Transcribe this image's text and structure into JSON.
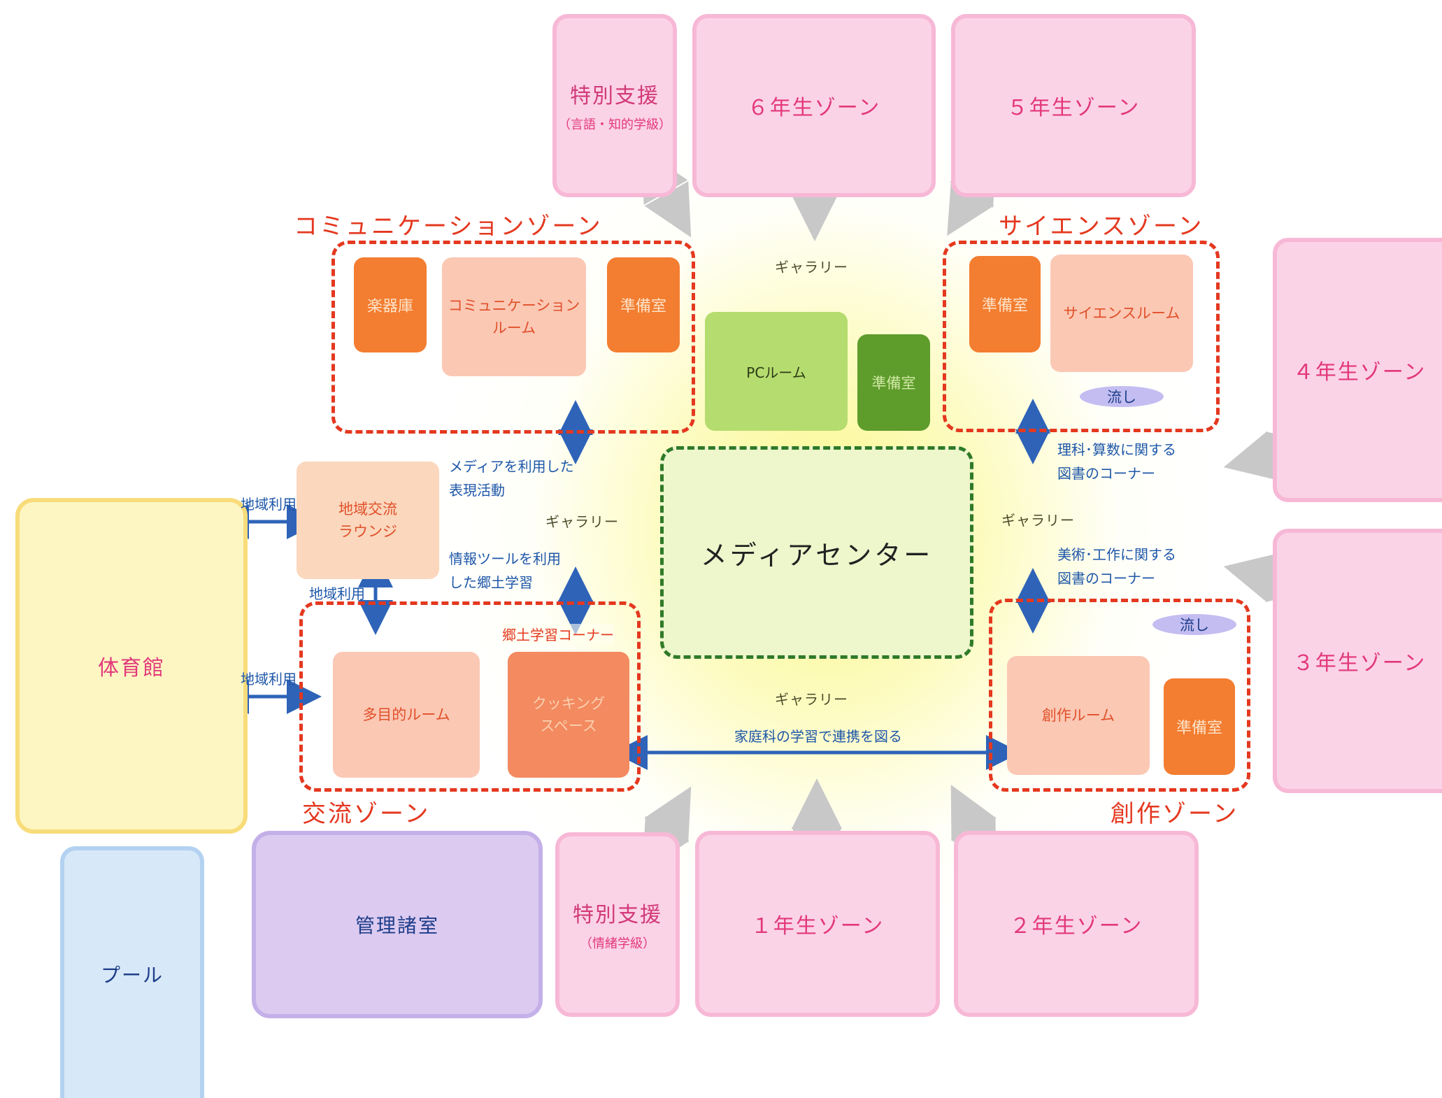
{
  "rooms": {
    "tokubetsu_top": {
      "title": "特別支援",
      "sub": "（言語・知的学級）"
    },
    "grade6": "６年生ゾーン",
    "grade5": "５年生ゾーン",
    "grade4": "４年生ゾーン",
    "grade3": "３年生ゾーン",
    "grade1": "１年生ゾーン",
    "grade2": "２年生ゾーン",
    "tokubetsu_bottom": {
      "title": "特別支援",
      "sub": "（情緒学級）"
    },
    "gym": "体育館",
    "pool": "プール",
    "admin": "管理諸室",
    "media_center": "メディアセンター",
    "pc_room": "PCルーム",
    "pc_prep": "準備室"
  },
  "zones": {
    "communication": {
      "title": "コミュニケーションゾーン",
      "instrument": "楽器庫",
      "room": [
        "コミュニケーション",
        "ルーム"
      ],
      "prep": "準備室"
    },
    "science": {
      "title": "サイエンスゾーン",
      "prep": "準備室",
      "room": "サイエンスルーム",
      "sink": "流し"
    },
    "exchange": {
      "title": "交流ゾーン",
      "multipurpose": "多目的ルーム",
      "cooking": [
        "クッキング",
        "スペース"
      ],
      "corner": "郷土学習コーナー"
    },
    "creation": {
      "title": "創作ゾーン",
      "sink": "流し",
      "room": "創作ルーム",
      "prep": "準備室"
    }
  },
  "lounge": [
    "地域交流",
    "ラウンジ"
  ],
  "labels": {
    "gallery": "ギャラリー",
    "local_use": "地域利用",
    "media_expr": [
      "メディアを利用した",
      "表現活動"
    ],
    "info_tool": [
      "情報ツールを利用",
      "した郷土学習"
    ],
    "science_books": [
      "理科･算数に関する",
      "図書のコーナー"
    ],
    "art_books": [
      "美術･工作に関する",
      "図書のコーナー"
    ],
    "home_ec": "家庭科の学習で連携を図る"
  }
}
